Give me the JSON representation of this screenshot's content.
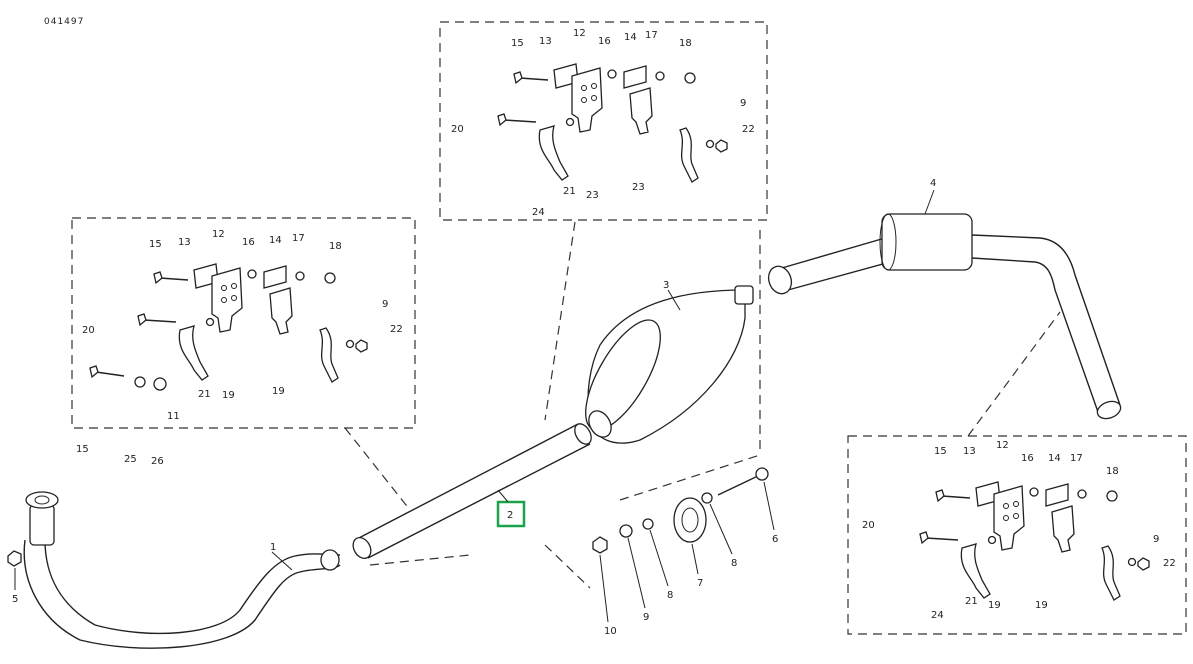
{
  "diagram": {
    "ref_code": "041497",
    "highlight_color": "#1aa34a",
    "highlighted_label": "2",
    "main_labels": {
      "p1": "1",
      "p2": "2",
      "p3": "3",
      "p4": "4",
      "p5": "5",
      "p6": "6",
      "p7": "7",
      "p8a": "8",
      "p8b": "8",
      "p9": "9",
      "p10": "10"
    },
    "top_box": [
      "15",
      "13",
      "12",
      "16",
      "14",
      "17",
      "18",
      "9",
      "20",
      "22",
      "21",
      "23",
      "23",
      "24"
    ],
    "left_box": [
      "15",
      "13",
      "12",
      "16",
      "14",
      "17",
      "18",
      "9",
      "20",
      "22",
      "21",
      "19",
      "19",
      "11",
      "15",
      "25",
      "26"
    ],
    "right_box": [
      "15",
      "13",
      "12",
      "16",
      "14",
      "17",
      "18",
      "9",
      "20",
      "22",
      "21",
      "19",
      "19",
      "24"
    ]
  }
}
